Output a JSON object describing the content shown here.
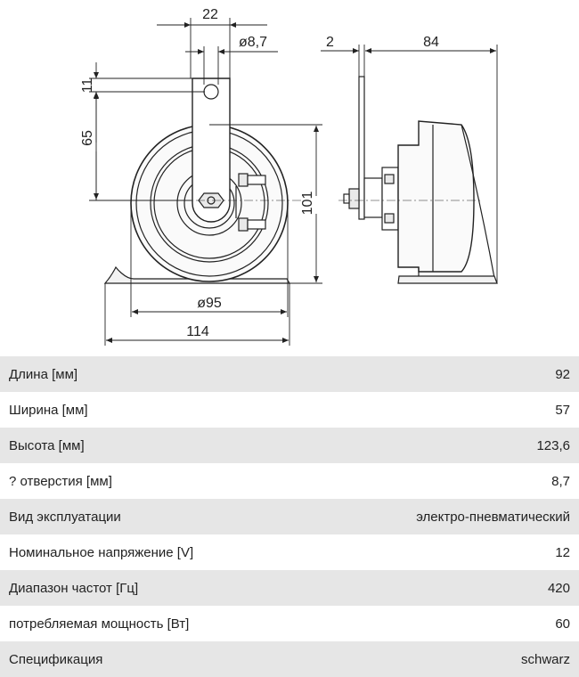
{
  "drawing": {
    "dim_22": "22",
    "dim_hole": "ø8,7",
    "dim_2": "2",
    "dim_84": "84",
    "dim_11": "11",
    "dim_65": "65",
    "dim_101": "101",
    "dim_95": "ø95",
    "dim_114": "114"
  },
  "specs": [
    {
      "label": "Длина [мм]",
      "value": "92"
    },
    {
      "label": "Ширина [мм]",
      "value": "57"
    },
    {
      "label": "Высота [мм]",
      "value": "123,6"
    },
    {
      "label": "? отверстия [мм]",
      "value": "8,7"
    },
    {
      "label": "Вид эксплуатации",
      "value": "электро-пневматический"
    },
    {
      "label": "Номинальное напряжение [V]",
      "value": "12"
    },
    {
      "label": "Диапазон частот [Гц]",
      "value": "420"
    },
    {
      "label": "потребляемая мощность [Вт]",
      "value": "60"
    },
    {
      "label": "Спецификация",
      "value": "schwarz"
    }
  ]
}
